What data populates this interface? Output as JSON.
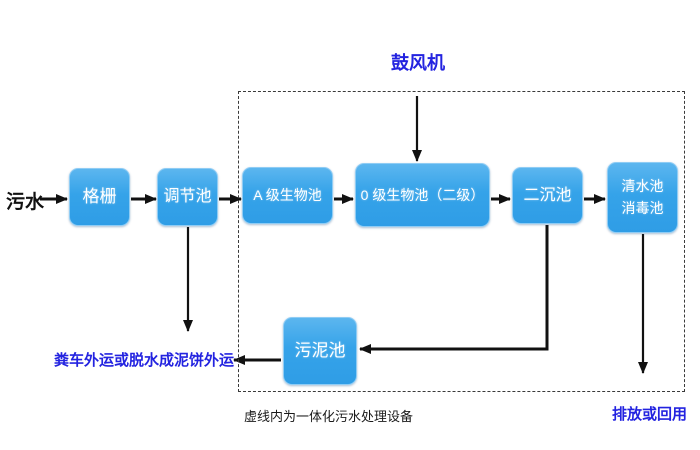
{
  "labels": {
    "influent": "污水",
    "blower": "鼓风机",
    "sludge_out": "粪车外运或脱水成泥饼外运",
    "caption": "虚线内为一体化污水处理设备",
    "discharge": "排放或回用"
  },
  "nodes": {
    "grid": {
      "label": "格栅"
    },
    "regulating_tank": {
      "label": "调节池"
    },
    "a_bio_tank": {
      "label": "A 级生物池"
    },
    "o_bio_tank": {
      "label": "0 级生物池（二级）"
    },
    "secondary_sedimentation_tank": {
      "label": "二沉池"
    },
    "clear_water_tank": {
      "label_line1": "清水池",
      "label_line2": "消毒池"
    },
    "sludge_tank": {
      "label": "污泥池"
    }
  },
  "colors": {
    "node_fill": "#2f9de6",
    "node_fill_light": "#5cb6ef",
    "node_border": "#8fccf4",
    "node_text": "#ffffff",
    "accent_text_blue": "#2323e0",
    "arrow_black": "#111111",
    "dashed_border": "#3a3a3a"
  }
}
